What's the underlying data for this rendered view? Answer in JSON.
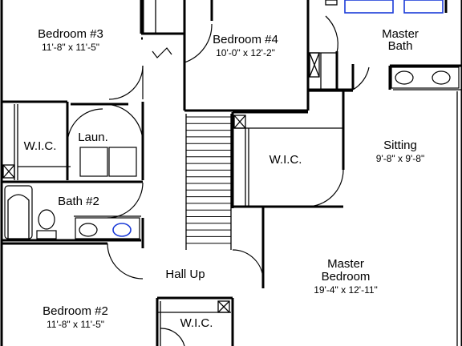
{
  "rooms": {
    "bedroom3": {
      "name": "Bedroom #3",
      "size": "11'-8\" x 11'-5\""
    },
    "bedroom4": {
      "name": "Bedroom #4",
      "size": "10'-0\" x 12'-2\""
    },
    "master_bath": {
      "name_line1": "Master",
      "name_line2": "Bath"
    },
    "wic_left": {
      "name": "W.I.C."
    },
    "laundry": {
      "name": "Laun."
    },
    "wic_center": {
      "name": "W.I.C."
    },
    "sitting": {
      "name": "Sitting",
      "size": "9'-8\" x 9'-8\""
    },
    "bath2": {
      "name": "Bath #2"
    },
    "hall": {
      "name": "Hall Up"
    },
    "master_bedroom": {
      "name_line1": "Master",
      "name_line2": "Bedroom",
      "size": "19'-4\" x 12'-11\""
    },
    "bedroom2": {
      "name": "Bedroom #2",
      "size": "11'-8\" x 11'-5\""
    },
    "wic_bottom": {
      "name": "W.I.C."
    }
  },
  "colors": {
    "walls": "#000000",
    "fixtures_highlight": "#1b3bd8",
    "background": "#ffffff"
  }
}
